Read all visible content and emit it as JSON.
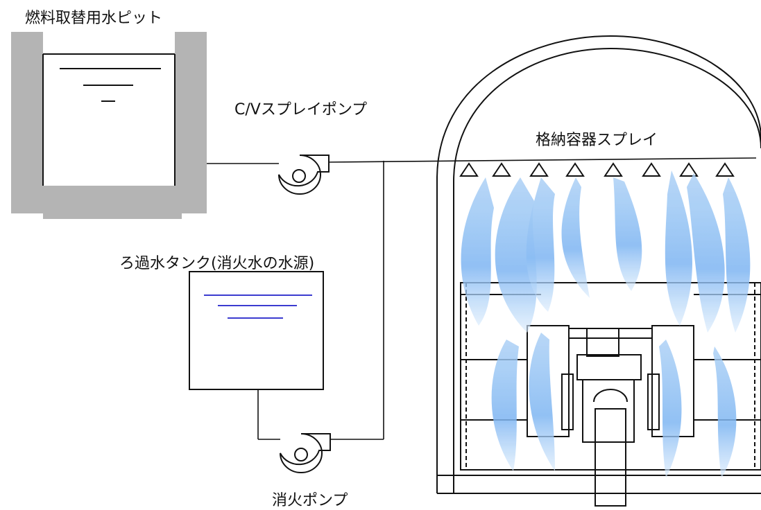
{
  "labels": {
    "fuel_pit": "燃料取替用水ピット",
    "cv_spray_pump": "C/Vスプレイポンプ",
    "containment_spray": "格納容器スプレイ",
    "filtered_water_tank": "ろ過水タンク(消火水の水源)",
    "fire_pump": "消火ポンプ"
  },
  "colors": {
    "pit_wall": "#b4b4b4",
    "line": "#111111",
    "tank_water": "#3b3bd0",
    "spray": "#7fb6f2"
  },
  "spray_nozzle_count": 8
}
